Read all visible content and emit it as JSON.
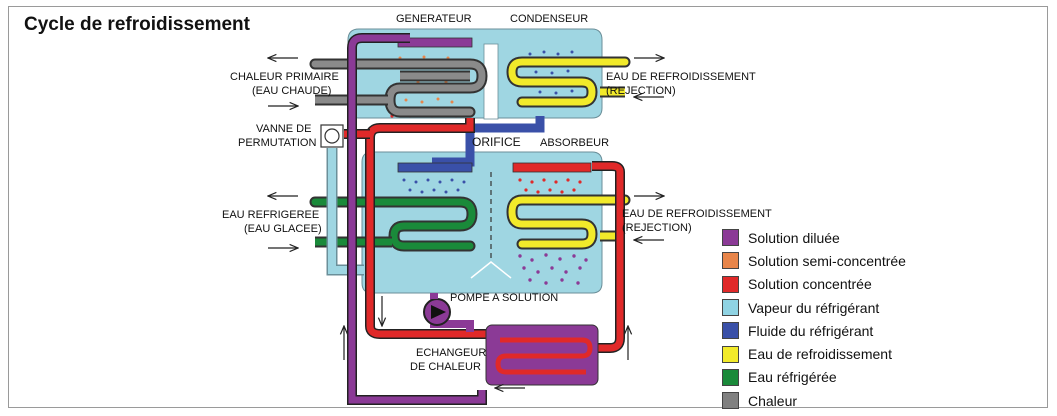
{
  "title": "Cycle de refroidissement",
  "labels": {
    "generateur": "GENERATEUR",
    "condenseur": "CONDENSEUR",
    "chaleur_primaire_1": "CHALEUR PRIMAIRE",
    "chaleur_primaire_2": "(EAU CHAUDE)",
    "eau_refroid_top_1": "EAU DE REFROIDISSEMENT",
    "eau_refroid_top_2": "(REJECTION)",
    "vanne_1": "VANNE DE",
    "vanne_2": "PERMUTATION",
    "orifice": "ORIFICE",
    "absorbeur": "ABSORBEUR",
    "eau_refrigeree_1": "EAU REFRIGEREE",
    "eau_refrigeree_2": "(EAU GLACEE)",
    "eau_refroid_mid_1": "EAU DE REFROIDISSEMENT",
    "eau_refroid_mid_2": "(REJECTION)",
    "pompe": "POMPE A SOLUTION",
    "echangeur_1": "ECHANGEUR",
    "echangeur_2": "DE CHALEUR"
  },
  "legend": [
    {
      "label": "Solution diluée",
      "color": "#8b3a96"
    },
    {
      "label": "Solution semi-concentrée",
      "color": "#e8854a"
    },
    {
      "label": "Solution concentrée",
      "color": "#e02929"
    },
    {
      "label": "Vapeur du réfrigérant",
      "color": "#8fd3e3"
    },
    {
      "label": "Fluide du réfrigérant",
      "color": "#3a50a8"
    },
    {
      "label": "Eau de refroidissement",
      "color": "#f2ea2a"
    },
    {
      "label": "Eau réfrigérée",
      "color": "#1a8a3a"
    },
    {
      "label": "Chaleur",
      "color": "#808080"
    }
  ]
}
